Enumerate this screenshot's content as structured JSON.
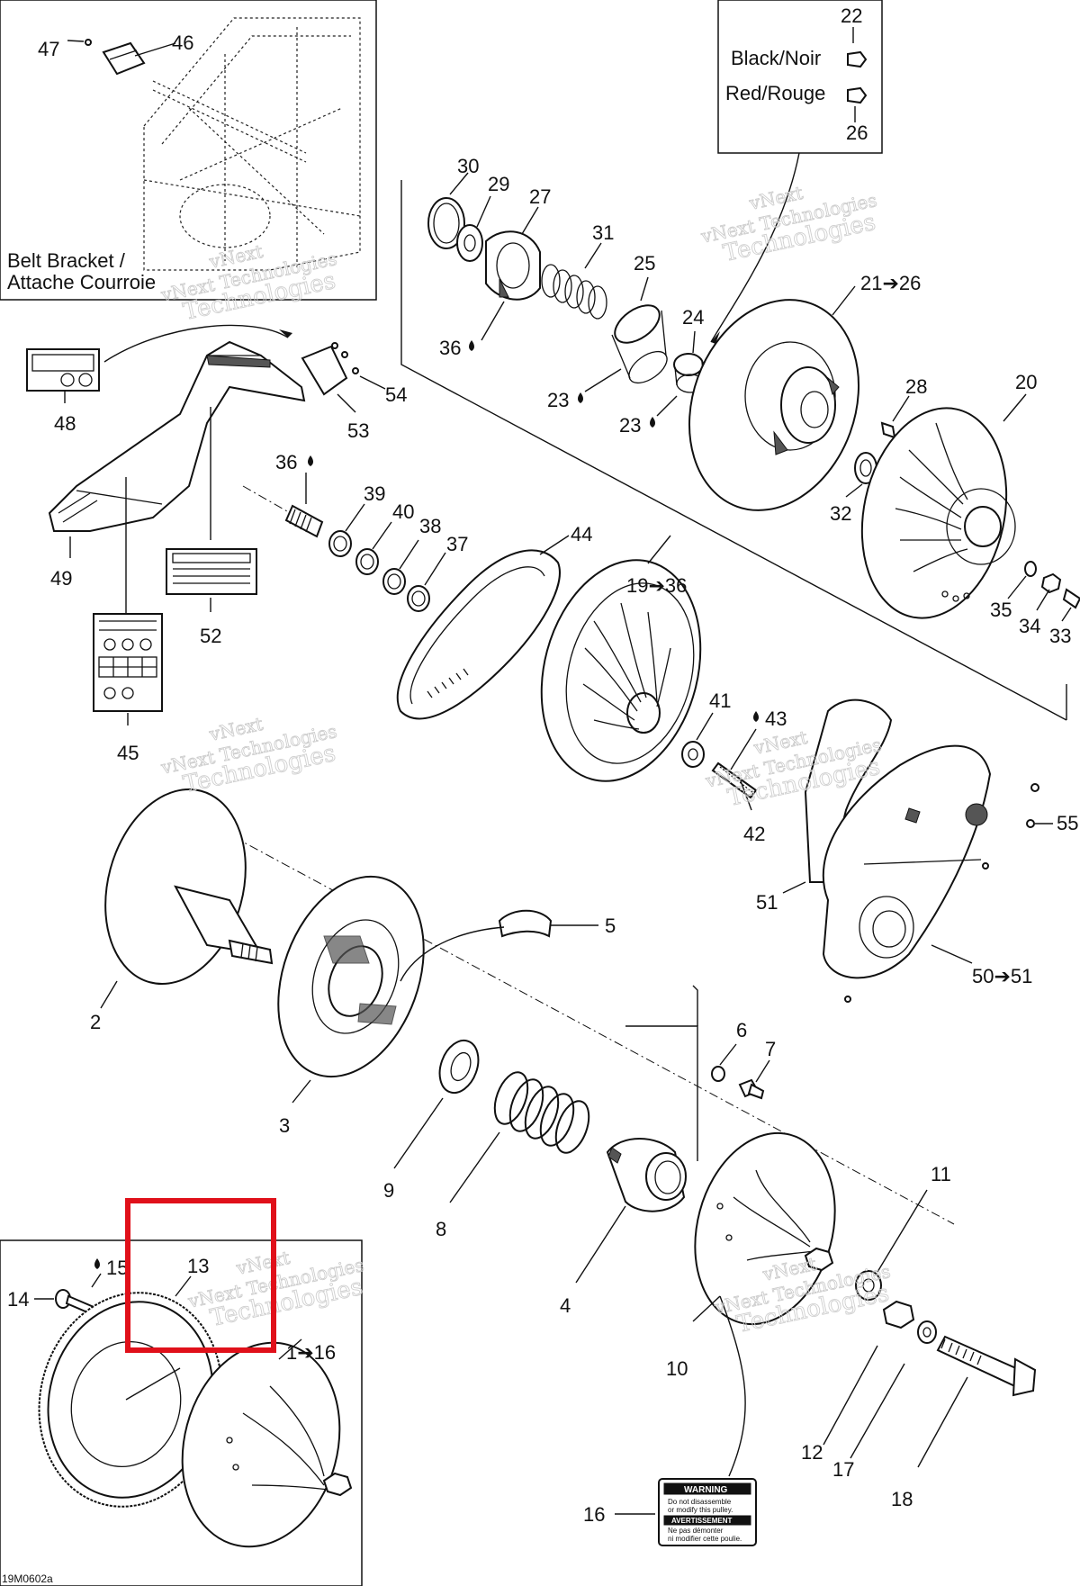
{
  "labels": {
    "p2": "2",
    "p3": "3",
    "p4": "4",
    "p5": "5",
    "p6": "6",
    "p7": "7",
    "p8": "8",
    "p9": "9",
    "p10": "10",
    "p11": "11",
    "p12": "12",
    "p13": "13",
    "p14": "14",
    "p15": "15",
    "p1_16": "1➔16",
    "p16": "16",
    "p17": "17",
    "p18": "18",
    "p19_36": "19➔36",
    "p20": "20",
    "p21_26": "21➔26",
    "p22": "22",
    "p23a": "23",
    "p23b": "23",
    "p24": "24",
    "p25": "25",
    "p26": "26",
    "p27": "27",
    "p28": "28",
    "p29": "29",
    "p30": "30",
    "p31": "31",
    "p32": "32",
    "p33": "33",
    "p34": "34",
    "p35": "35",
    "p36a": "36",
    "p36b": "36",
    "p37": "37",
    "p38": "38",
    "p39": "39",
    "p40": "40",
    "p41": "41",
    "p42": "42",
    "p43": "43",
    "p44": "44",
    "p45": "45",
    "p46": "46",
    "p47": "47",
    "p48": "48",
    "p49": "49",
    "p50_51": "50➔51",
    "p51": "51",
    "p52": "52",
    "p53": "53",
    "p54": "54",
    "p55": "55"
  },
  "insets": {
    "belt_bracket_line1": "Belt Bracket /",
    "belt_bracket_line2": "Attache Courroie",
    "black_noir": "Black/Noir",
    "red_rouge": "Red/Rouge"
  },
  "warning_label": {
    "title": "WARNING",
    "line1": "Do not disassemble",
    "line2": "or modify this pulley.",
    "title_fr": "AVERTISSEMENT",
    "line3": "Ne pas démonter",
    "line4": "ni modifier cette poulie."
  },
  "watermark": {
    "line1": "vNext",
    "line2": "vNext Technologies",
    "line3": "Technologies"
  },
  "figure_code": "19M0602a",
  "highlight_color": "#e0101a"
}
